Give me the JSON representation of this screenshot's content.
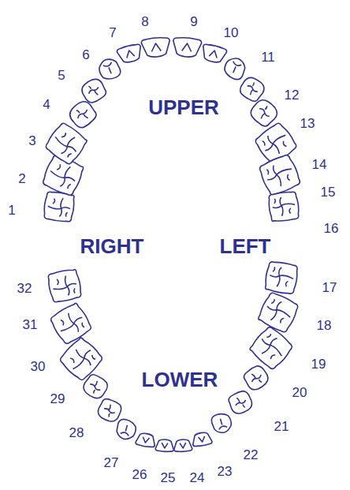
{
  "diagram": {
    "labels": [
      "UPPER",
      "RIGHT",
      "LEFT",
      "LOWER",
      "1",
      "2",
      "3",
      "4",
      "5",
      "6",
      "7",
      "8",
      "9",
      "10",
      "11",
      "12",
      "13",
      "14",
      "15",
      "16",
      "17",
      "18",
      "19",
      "20",
      "21",
      "22",
      "23",
      "24",
      "25",
      "26",
      "27",
      "28",
      "29",
      "30",
      "31",
      "32"
    ]
  }
}
